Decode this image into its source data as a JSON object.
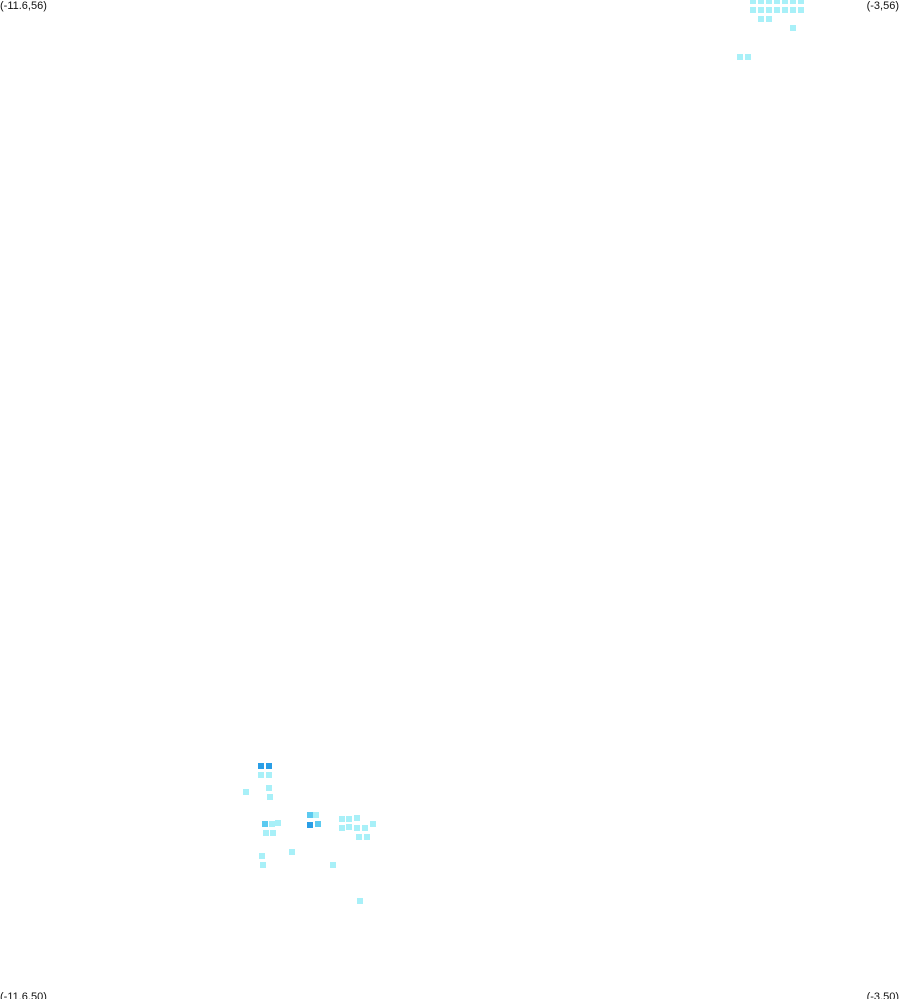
{
  "corners": {
    "top_left": "(-11.6,56)",
    "top_right": "(-3,56)",
    "bottom_left": "(-11.6,50)",
    "bottom_right": "(-3,50)"
  },
  "extent": {
    "lon_min": -11.6,
    "lon_max": -3,
    "lat_min": 50,
    "lat_max": 56
  },
  "colors": {
    "background": "#ffffff",
    "low": "#a8f0f8",
    "mid": "#5ccaf0",
    "high": "#2a9ee6"
  },
  "cells": [
    {
      "lon": -4.4,
      "lat": 55.9937,
      "level": "low"
    },
    {
      "lon": -4.3226,
      "lat": 55.9937,
      "level": "low"
    },
    {
      "lon": -4.2452,
      "lat": 55.9937,
      "level": "low"
    },
    {
      "lon": -4.1678,
      "lat": 55.9937,
      "level": "low"
    },
    {
      "lon": -4.0904,
      "lat": 55.9937,
      "level": "low"
    },
    {
      "lon": -4.0133,
      "lat": 55.9937,
      "level": "low"
    },
    {
      "lon": -3.9359,
      "lat": 55.9937,
      "level": "low"
    },
    {
      "lon": -4.4,
      "lat": 55.94,
      "level": "low"
    },
    {
      "lon": -4.3226,
      "lat": 55.94,
      "level": "low"
    },
    {
      "lon": -4.2452,
      "lat": 55.94,
      "level": "low"
    },
    {
      "lon": -4.1678,
      "lat": 55.94,
      "level": "low"
    },
    {
      "lon": -4.0904,
      "lat": 55.94,
      "level": "low"
    },
    {
      "lon": -4.0133,
      "lat": 55.94,
      "level": "low"
    },
    {
      "lon": -3.9359,
      "lat": 55.94,
      "level": "low"
    },
    {
      "lon": -4.3226,
      "lat": 55.8863,
      "level": "low"
    },
    {
      "lon": -4.2452,
      "lat": 55.8863,
      "level": "low"
    },
    {
      "lon": -4.0133,
      "lat": 55.8326,
      "level": "low"
    },
    {
      "lon": -4.5204,
      "lat": 55.6586,
      "level": "low"
    },
    {
      "lon": -4.4431,
      "lat": 55.6586,
      "level": "low"
    },
    {
      "lon": -9.104,
      "lat": 51.3964,
      "level": "high"
    },
    {
      "lon": -9.0266,
      "lat": 51.3964,
      "level": "high"
    },
    {
      "lon": -9.104,
      "lat": 51.3427,
      "level": "low"
    },
    {
      "lon": -9.0266,
      "lat": 51.3427,
      "level": "low"
    },
    {
      "lon": -9.2493,
      "lat": 51.2412,
      "level": "low"
    },
    {
      "lon": -9.0266,
      "lat": 51.2653,
      "level": "low"
    },
    {
      "lon": -9.018,
      "lat": 51.2116,
      "level": "low"
    },
    {
      "lon": -9.0611,
      "lat": 51.0523,
      "level": "mid"
    },
    {
      "lon": -9.0,
      "lat": 51.0523,
      "level": "low"
    },
    {
      "lon": -8.9399,
      "lat": 51.0584,
      "level": "low"
    },
    {
      "lon": -9.0525,
      "lat": 50.9987,
      "level": "low"
    },
    {
      "lon": -8.9922,
      "lat": 50.9987,
      "level": "low"
    },
    {
      "lon": -8.6374,
      "lat": 51.1024,
      "level": "mid"
    },
    {
      "lon": -8.5728,
      "lat": 51.1024,
      "level": "low"
    },
    {
      "lon": -8.6374,
      "lat": 51.0427,
      "level": "high"
    },
    {
      "lon": -8.56,
      "lat": 51.0487,
      "level": "mid"
    },
    {
      "lon": -8.3323,
      "lat": 51.0785,
      "level": "low"
    },
    {
      "lon": -8.2636,
      "lat": 51.0785,
      "level": "low"
    },
    {
      "lon": -8.1862,
      "lat": 51.0845,
      "level": "low"
    },
    {
      "lon": -8.3323,
      "lat": 51.0248,
      "level": "low"
    },
    {
      "lon": -8.2636,
      "lat": 51.0308,
      "level": "low"
    },
    {
      "lon": -8.1862,
      "lat": 51.0248,
      "level": "low"
    },
    {
      "lon": -8.1088,
      "lat": 51.0248,
      "level": "low"
    },
    {
      "lon": -8.0314,
      "lat": 51.0487,
      "level": "low"
    },
    {
      "lon": -8.169,
      "lat": 50.9711,
      "level": "low"
    },
    {
      "lon": -8.0916,
      "lat": 50.9711,
      "level": "low"
    },
    {
      "lon": -8.811,
      "lat": 50.8814,
      "level": "low"
    },
    {
      "lon": -9.0955,
      "lat": 50.8577,
      "level": "low"
    },
    {
      "lon": -9.0869,
      "lat": 50.804,
      "level": "low"
    },
    {
      "lon": -8.4183,
      "lat": 50.804,
      "level": "low"
    },
    {
      "lon": -8.1518,
      "lat": 50.589,
      "level": "low"
    }
  ]
}
